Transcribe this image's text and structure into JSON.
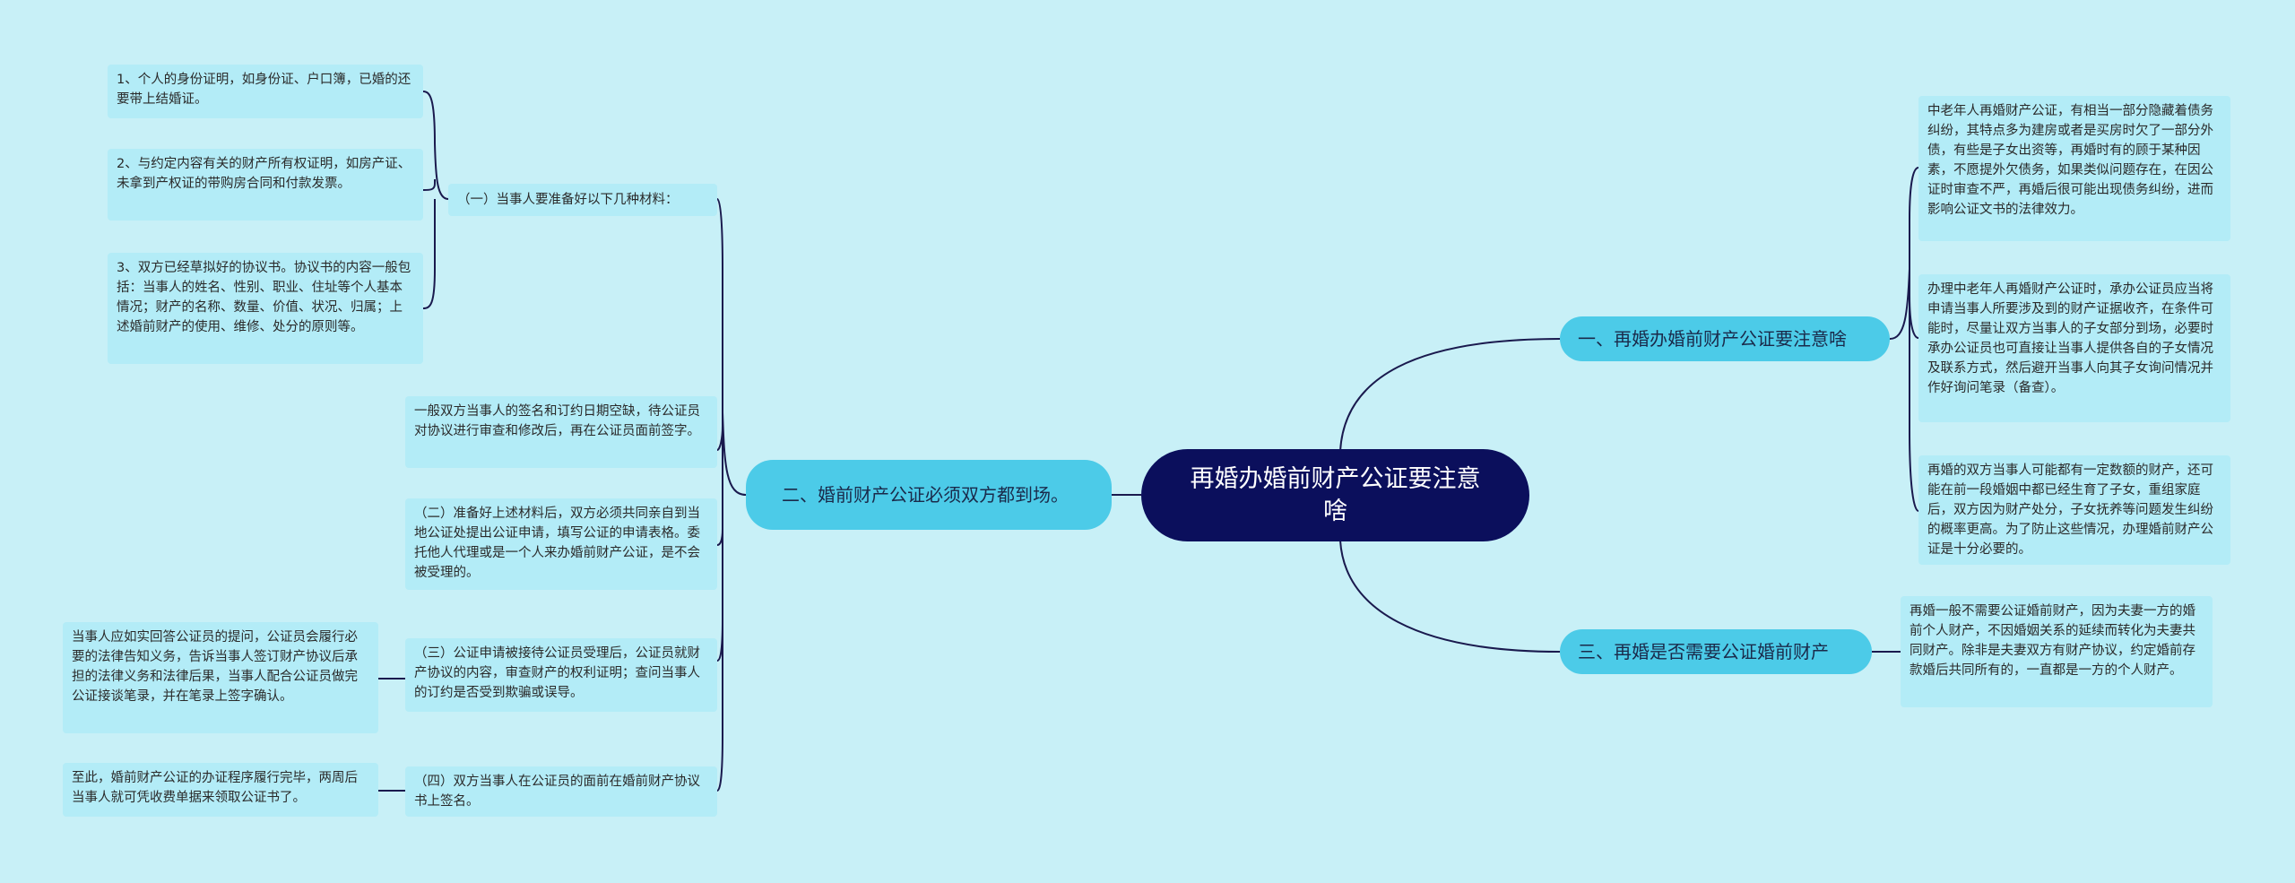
{
  "root": {
    "label": "再婚办婚前财产公证要注意啥"
  },
  "right_branches": [
    {
      "label": "一、再婚办婚前财产公证要注意啥",
      "leaves": [
        "中老年人再婚财产公证，有相当一部分隐藏着债务纠纷，其特点多为建房或者是买房时欠了一部分外债，有些是子女出资等，再婚时有的顾于某种因素，不愿提外欠债务，如果类似问题存在，在因公证时审查不严，再婚后很可能出现债务纠纷，进而影响公证文书的法律效力。",
        "办理中老年人再婚财产公证时，承办公证员应当将申请当事人所要涉及到的财产证据收齐，在条件可能时，尽量让双方当事人的子女部分到场，必要时承办公证员也可直接让当事人提供各自的子女情况及联系方式，然后避开当事人向其子女询问情况并作好询问笔录（备查）。",
        "再婚的双方当事人可能都有一定数额的财产，还可能在前一段婚姻中都已经生育了子女，重组家庭后，双方因为财产处分，子女抚养等问题发生纠纷的概率更高。为了防止这些情况，办理婚前财产公证是十分必要的。"
      ]
    },
    {
      "label": "三、再婚是否需要公证婚前财产",
      "leaves": [
        "再婚一般不需要公证婚前财产，因为夫妻一方的婚前个人财产，不因婚姻关系的延续而转化为夫妻共同财产。除非是夫妻双方有财产协议，约定婚前存款婚后共同所有的，一直都是一方的个人财产。"
      ]
    }
  ],
  "left_branch": {
    "label": "二、婚前财产公证必须双方都到场。",
    "subs": [
      {
        "label": "（一）当事人要准备好以下几种材料：",
        "leaves": [
          "1、个人的身份证明，如身份证、户口簿，已婚的还要带上结婚证。",
          "2、与约定内容有关的财产所有权证明，如房产证、未拿到产权证的带购房合同和付款发票。",
          "3、双方已经草拟好的协议书。协议书的内容一般包括：当事人的姓名、性别、职业、住址等个人基本情况；财产的名称、数量、价值、状况、归属；上述婚前财产的使用、维修、处分的原则等。"
        ]
      },
      {
        "label": "一般双方当事人的签名和订约日期空缺，待公证员对协议进行审查和修改后，再在公证员面前签字。",
        "leaves": []
      },
      {
        "label": "（二）准备好上述材料后，双方必须共同亲自到当地公证处提出公证申请，填写公证的申请表格。委托他人代理或是一个人来办婚前财产公证，是不会被受理的。",
        "leaves": []
      },
      {
        "label": "（三）公证申请被接待公证员受理后，公证员就财产协议的内容，审查财产的权利证明；查问当事人的订约是否受到欺骗或误导。",
        "leaves": [
          "当事人应如实回答公证员的提问，公证员会履行必要的法律告知义务，告诉当事人签订财产协议后承担的法律义务和法律后果，当事人配合公证员做完公证接谈笔录，并在笔录上签字确认。"
        ]
      },
      {
        "label": "（四）双方当事人在公证员的面前在婚前财产协议书上签名。",
        "leaves": [
          "至此，婚前财产公证的办证程序履行完毕，两周后当事人就可凭收费单据来领取公证书了。"
        ]
      }
    ]
  }
}
